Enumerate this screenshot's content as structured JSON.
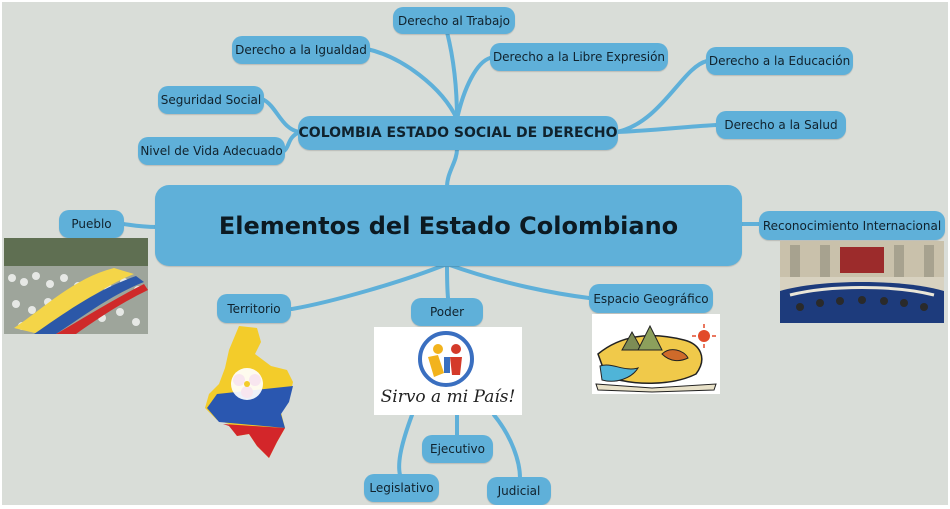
{
  "central": "Elementos del Estado Colombiano",
  "heading": "COLOMBIA ESTADO SOCIAL DE DERECHO",
  "rights": {
    "trabajo": "Derecho al Trabajo",
    "igualdad": "Derecho a la Igualdad",
    "expresion": "Derecho a la Libre Expresión",
    "educacion": "Derecho a la Educación",
    "salud": "Derecho a la Salud",
    "seguridad": "Seguridad Social",
    "vida": "Nivel de Vida Adecuado"
  },
  "elements": {
    "pueblo": "Pueblo",
    "reconocimiento": "Reconocimiento Internacional",
    "territorio": "Territorio",
    "poder": "Poder",
    "espacio": "Espacio Geográfico"
  },
  "powers": {
    "ejecutivo": "Ejecutivo",
    "legislativo": "Legislativo",
    "judicial": "Judicial"
  },
  "logo_text": "Sirvo a mi País!",
  "colors": {
    "background": "#d9ddd8",
    "node": "#5fb0d9",
    "link": "#5fb0d9",
    "text": "#10222d"
  }
}
